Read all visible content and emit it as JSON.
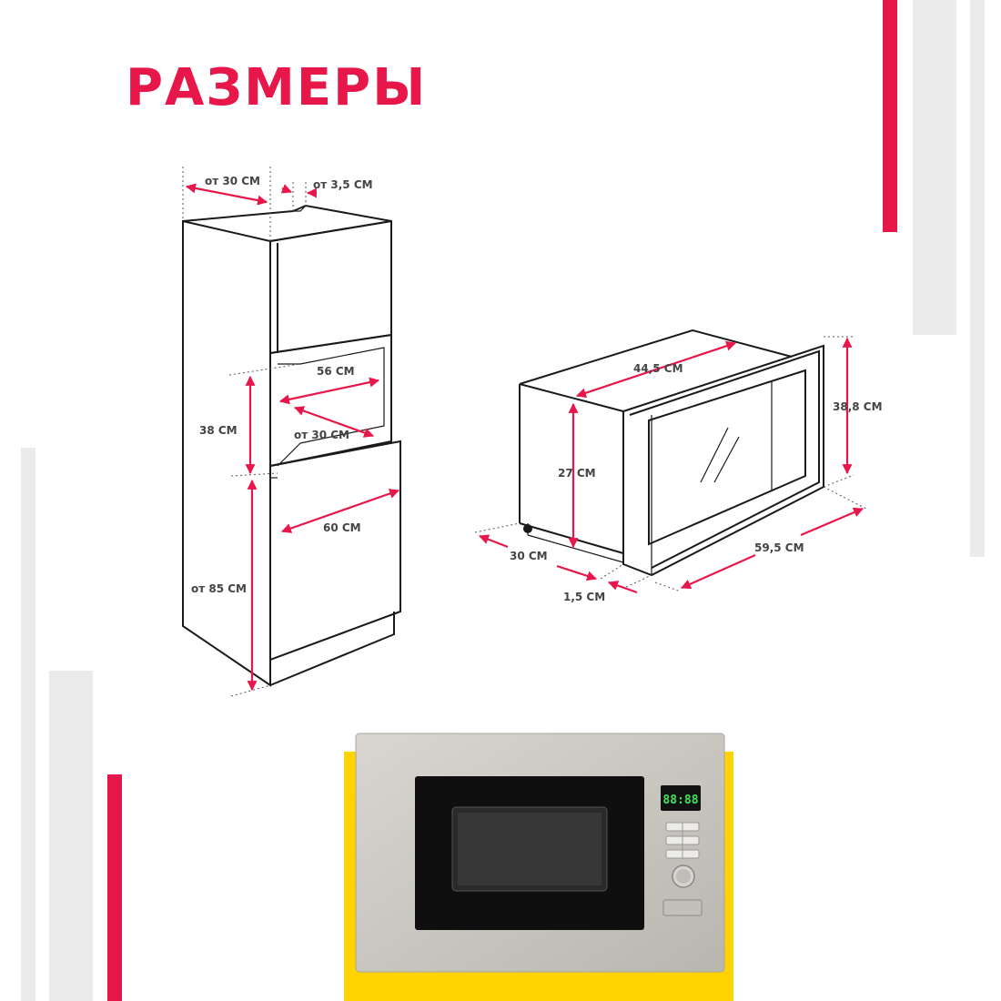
{
  "page": {
    "title": "РАЗМЕРЫ",
    "accent_color": "#e8174a",
    "yellow_color": "#ffd400",
    "gray_color": "#ebebeb"
  },
  "niche_diagram": {
    "top_depth": "от 30 СМ",
    "gap": "от 3,5 СМ",
    "niche_width": "56 СМ",
    "niche_height": "38 СМ",
    "niche_depth": "от 30 СМ",
    "cabinet_width": "60 СМ",
    "floor_height": "от 85 СМ"
  },
  "oven_diagram": {
    "body_width": "44,5 СМ",
    "frame_height": "38,8 СМ",
    "body_height": "27 СМ",
    "body_depth": "30 СМ",
    "frame_depth": "1,5 СМ",
    "frame_width": "59,5 СМ"
  },
  "product": {
    "display_text": "88:88",
    "image_icon": "microwave-oven-photo"
  }
}
